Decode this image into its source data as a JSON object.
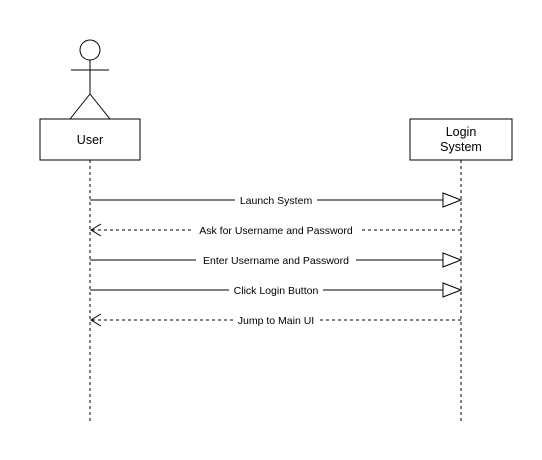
{
  "participants": {
    "user": {
      "label": "User",
      "icon": "stick-figure-icon"
    },
    "system": {
      "label_line1": "Login",
      "label_line2": "System"
    }
  },
  "messages": [
    {
      "label": "Launch System",
      "from": "user",
      "to": "system",
      "style": "solid"
    },
    {
      "label": "Ask for Username and Password",
      "from": "system",
      "to": "user",
      "style": "dashed"
    },
    {
      "label": "Enter Username and Password",
      "from": "user",
      "to": "system",
      "style": "solid"
    },
    {
      "label": "Click Login Button",
      "from": "user",
      "to": "system",
      "style": "solid"
    },
    {
      "label": "Jump to Main UI",
      "from": "system",
      "to": "user",
      "style": "dashed"
    }
  ],
  "colors": {
    "line": "#000000",
    "background": "#ffffff"
  }
}
